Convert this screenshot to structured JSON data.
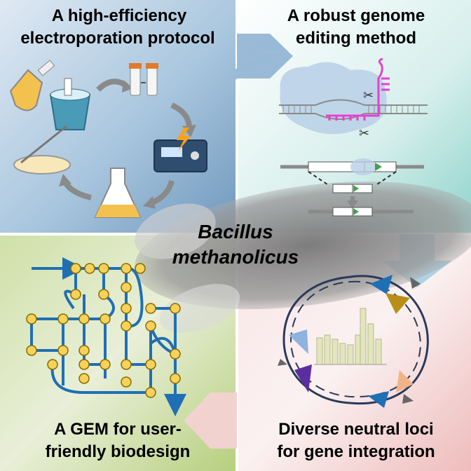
{
  "panels": {
    "top_left": {
      "line1": "A high-efficiency",
      "line2": "electroporation protocol"
    },
    "top_right": {
      "line1": "A robust genome",
      "line2": "editing method"
    },
    "bottom_left": {
      "line1": "A GEM for user-",
      "line2": "friendly biodesign"
    },
    "bottom_right": {
      "line1": "Diverse neutral loci",
      "line2": "for gene integration"
    }
  },
  "center_label": {
    "line1": "Bacillus",
    "line2": "methanolicus"
  },
  "colors": {
    "panel_blue": "#a9c6de",
    "panel_teal": "#a6dcd6",
    "panel_green": "#c7d79a",
    "panel_pink": "#f2c9c9",
    "network_edge": "#1f6fb4",
    "network_node": "#f6d25a",
    "guide_rna": "#e83fcf",
    "dna_gray": "#8a8a8a",
    "gene_green": "#3fa34d"
  },
  "icons": [
    "flask-icon",
    "ice-bucket-icon",
    "tubes-icon",
    "electroporator-icon",
    "culture-flask-icon",
    "petri-dish-icon",
    "scissors-icon",
    "cas9-complex-icon",
    "plasmid-map-icon",
    "bar-chart-icon"
  ]
}
